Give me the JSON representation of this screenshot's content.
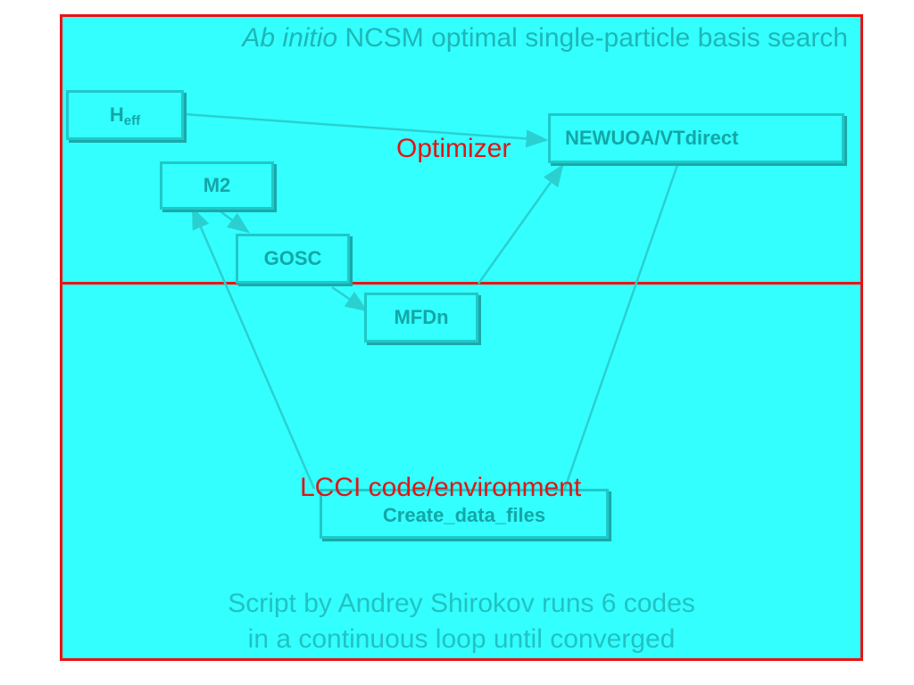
{
  "title": {
    "italic": "Ab initio",
    "rest": "NCSM optimal single-particle basis search"
  },
  "nodes": {
    "heff": {
      "main": "H",
      "sub": "eff"
    },
    "m2": "M2",
    "gosc": "GOSC",
    "mfdn": "MFDn",
    "newuoa": "NEWUOA/VTdirect",
    "create": "Create_data_files"
  },
  "labels": {
    "optimizer": "Optimizer",
    "lcci": "LCCI code/environment"
  },
  "footer": {
    "line1": "Script by Andrey Shirokov runs 6 codes",
    "line2": "in a continuous loop until converged"
  },
  "colors": {
    "background": "#33ffff",
    "border_red": "#ee1111",
    "node_text": "#14a6a6",
    "label_red": "#e01616"
  }
}
